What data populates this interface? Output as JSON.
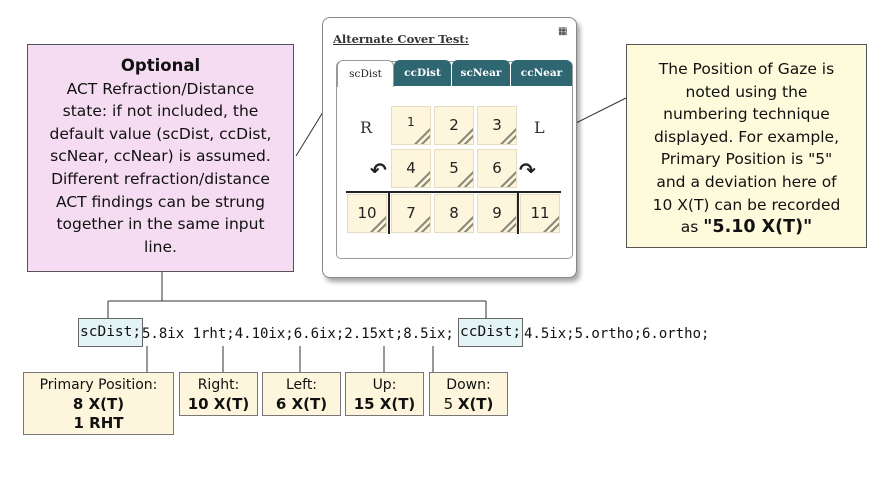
{
  "left_callout": {
    "title": "Optional",
    "lines": [
      "ACT Refraction/Distance",
      "state: if not included, the",
      "default value (scDist, ccDist,",
      "scNear, ccNear) is assumed.",
      "Different refraction/distance",
      "ACT findings can be strung",
      "together in the same input",
      "line."
    ]
  },
  "right_callout": {
    "lines": [
      "The Position of Gaze is",
      "noted using the",
      "numbering technique",
      "displayed.  For example,",
      "Primary Position is \"5\"",
      "and a deviation here of",
      "10 X(T)  can be recorded"
    ],
    "last_prefix": "as ",
    "last_value": "\"5.10 X(T)\""
  },
  "panel": {
    "title": "Alternate Cover Test:",
    "tabs": [
      "scDist",
      "ccDist",
      "scNear",
      "ccNear"
    ],
    "active_tab": "scDist",
    "left_eye_label": "R",
    "right_eye_label": "L",
    "grid": [
      "1",
      "2",
      "3",
      "4",
      "5",
      "6",
      "7",
      "8",
      "9",
      "10",
      "11"
    ],
    "menu_icon": "grid-menu-icon"
  },
  "example": {
    "code1": "scDist;",
    "seg1": "5.8ix 1rht;4.10ix;6.6ix;2.15xt;8.5ix;",
    "code2": "ccDist;",
    "seg2": "4.5ix;5.ortho;6.ortho;"
  },
  "annotations": [
    {
      "label": "Primary Position:",
      "values": [
        "8 X(T)",
        "1 RHT"
      ]
    },
    {
      "label": "Right:",
      "values": [
        "10 X(T)"
      ]
    },
    {
      "label": "Left:",
      "values": [
        "6 X(T)"
      ]
    },
    {
      "label": "Up:",
      "values": [
        "15 X(T)"
      ]
    },
    {
      "label": "Down:",
      "value_plain": "5 ",
      "values": [
        "X(T)"
      ]
    }
  ],
  "colors": {
    "tab_dark": "#2e6672",
    "cell_bg": "#fdf5dc",
    "left_callout_bg": "#f5dcf2",
    "right_callout_bg": "#fdfbdc",
    "code_box_bg": "#e4f3f5"
  }
}
